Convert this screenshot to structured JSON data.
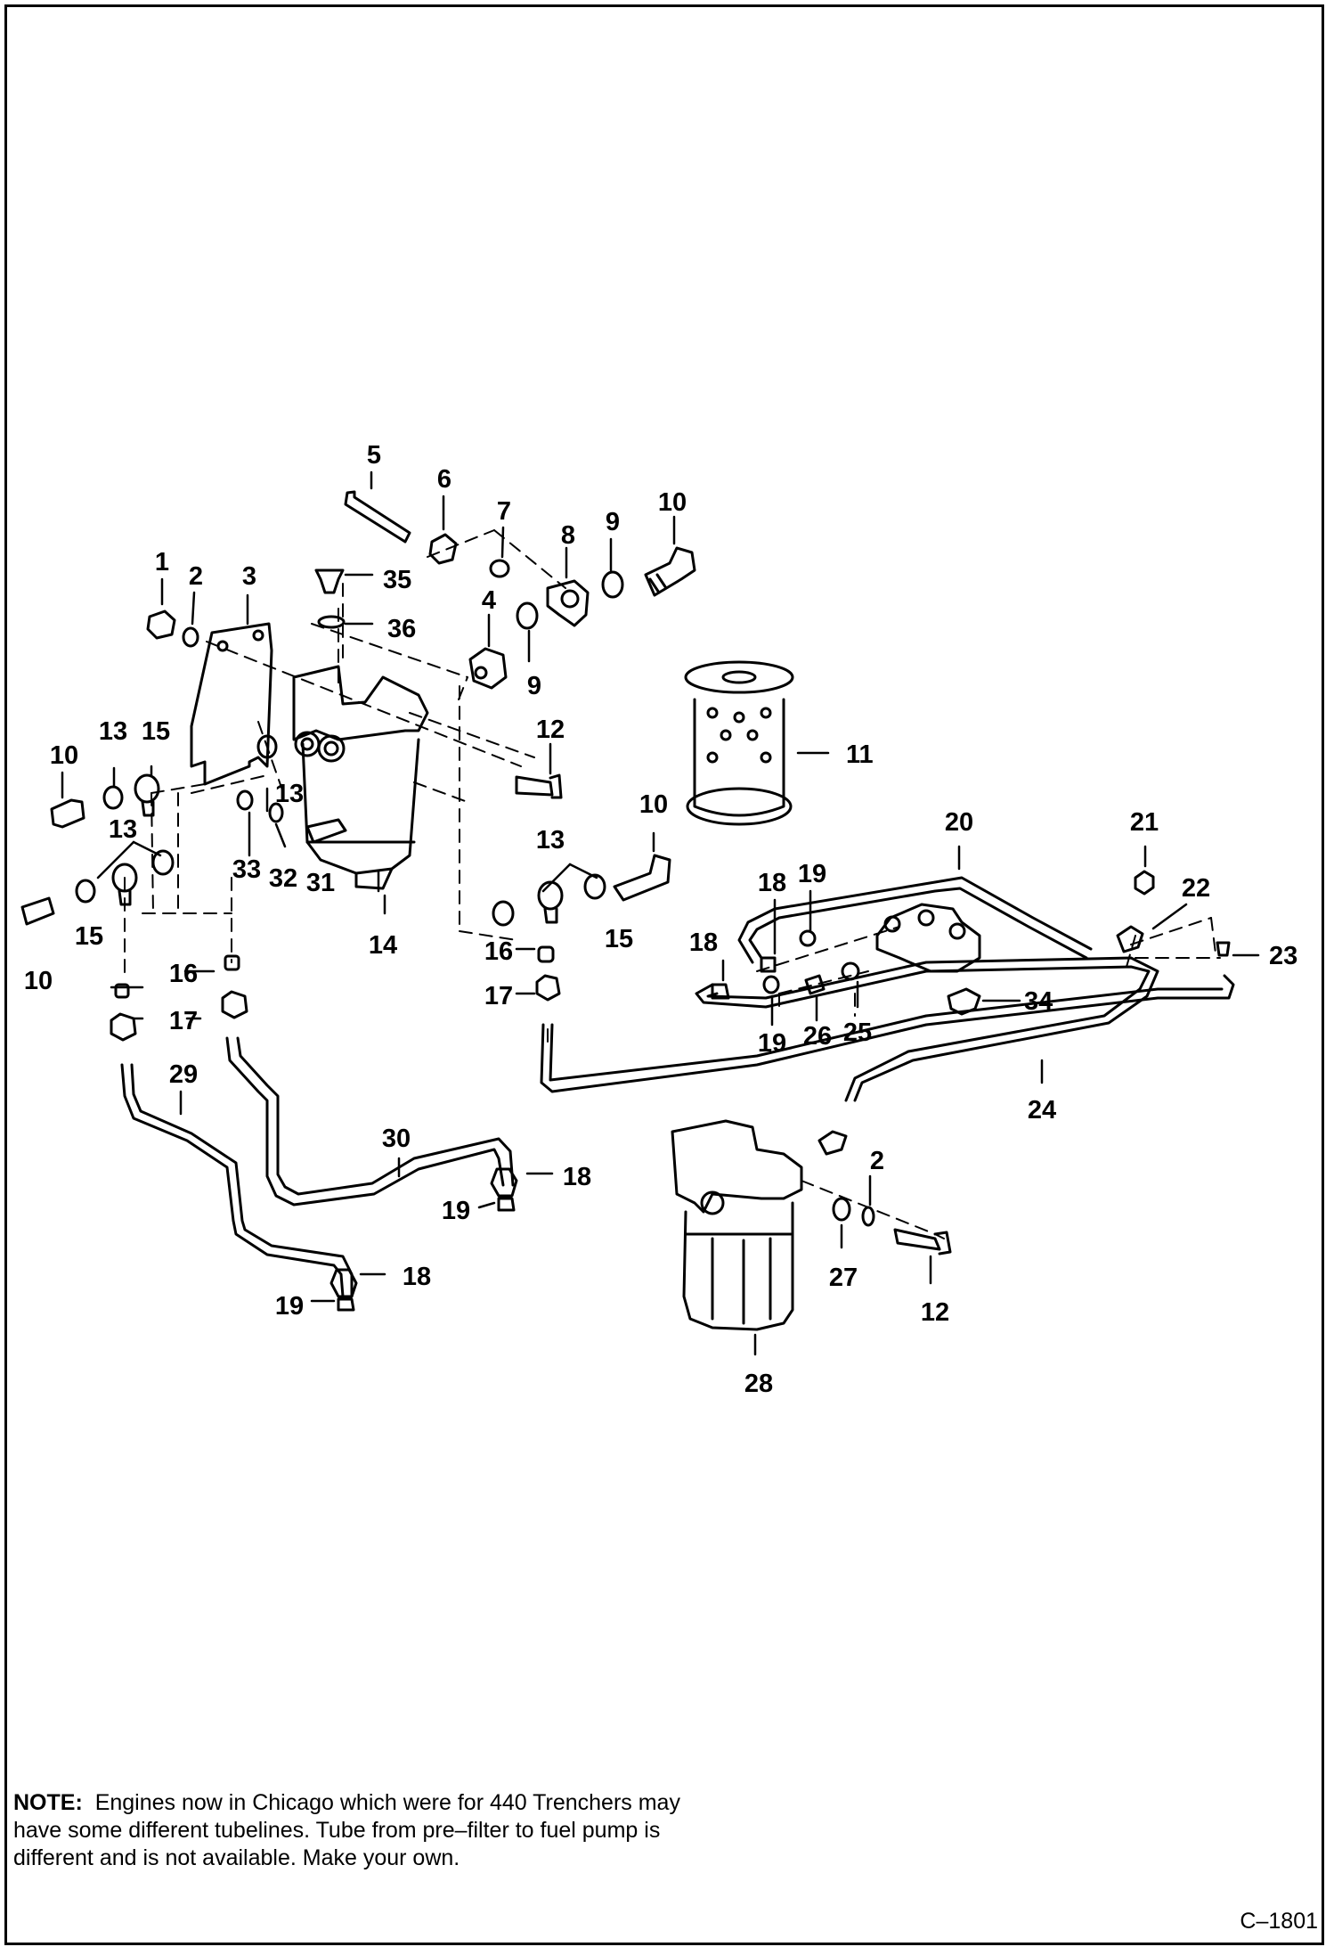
{
  "diagram": {
    "drawing_code": "C–1801",
    "note_label": "NOTE:",
    "note_text": "Engines now in Chicago which were for 440 Trenchers may have some different tubelines. Tube from pre–filter to fuel pump is different and is not available.  Make your own.",
    "callouts": [
      {
        "id": "c1",
        "text": "1"
      },
      {
        "id": "c2a",
        "text": "2"
      },
      {
        "id": "c3",
        "text": "3"
      },
      {
        "id": "c4",
        "text": "4"
      },
      {
        "id": "c5",
        "text": "5"
      },
      {
        "id": "c6",
        "text": "6"
      },
      {
        "id": "c7",
        "text": "7"
      },
      {
        "id": "c8",
        "text": "8"
      },
      {
        "id": "c9a",
        "text": "9"
      },
      {
        "id": "c9b",
        "text": "9"
      },
      {
        "id": "c10a",
        "text": "10"
      },
      {
        "id": "c10b",
        "text": "10"
      },
      {
        "id": "c10c",
        "text": "10"
      },
      {
        "id": "c10d",
        "text": "10"
      },
      {
        "id": "c11",
        "text": "11"
      },
      {
        "id": "c12a",
        "text": "12"
      },
      {
        "id": "c13a",
        "text": "13"
      },
      {
        "id": "c13b",
        "text": "13"
      },
      {
        "id": "c13c",
        "text": "13"
      },
      {
        "id": "c13d",
        "text": "13"
      },
      {
        "id": "c14",
        "text": "14"
      },
      {
        "id": "c15a",
        "text": "15"
      },
      {
        "id": "c15b",
        "text": "15"
      },
      {
        "id": "c15c",
        "text": "15"
      },
      {
        "id": "c16a",
        "text": "16"
      },
      {
        "id": "c16b",
        "text": "16"
      },
      {
        "id": "c17a",
        "text": "17"
      },
      {
        "id": "c17b",
        "text": "17"
      },
      {
        "id": "c18a",
        "text": "18"
      },
      {
        "id": "c18b",
        "text": "18"
      },
      {
        "id": "c18c",
        "text": "18"
      },
      {
        "id": "c18d",
        "text": "18"
      },
      {
        "id": "c19a",
        "text": "19"
      },
      {
        "id": "c19b",
        "text": "19"
      },
      {
        "id": "c19c",
        "text": "19"
      },
      {
        "id": "c19d",
        "text": "19"
      },
      {
        "id": "c20",
        "text": "20"
      },
      {
        "id": "c21",
        "text": "21"
      },
      {
        "id": "c22",
        "text": "22"
      },
      {
        "id": "c23",
        "text": "23"
      },
      {
        "id": "c24",
        "text": "24"
      },
      {
        "id": "c25",
        "text": "25"
      },
      {
        "id": "c26",
        "text": "26"
      },
      {
        "id": "c27",
        "text": "27"
      },
      {
        "id": "c28",
        "text": "28"
      },
      {
        "id": "c29",
        "text": "29"
      },
      {
        "id": "c30",
        "text": "30"
      },
      {
        "id": "c31",
        "text": "31"
      },
      {
        "id": "c32",
        "text": "32"
      },
      {
        "id": "c33",
        "text": "33"
      },
      {
        "id": "c34",
        "text": "34"
      },
      {
        "id": "c35",
        "text": "35"
      },
      {
        "id": "c36",
        "text": "36"
      },
      {
        "id": "c2b",
        "text": "2"
      },
      {
        "id": "c12b",
        "text": "12"
      }
    ]
  }
}
